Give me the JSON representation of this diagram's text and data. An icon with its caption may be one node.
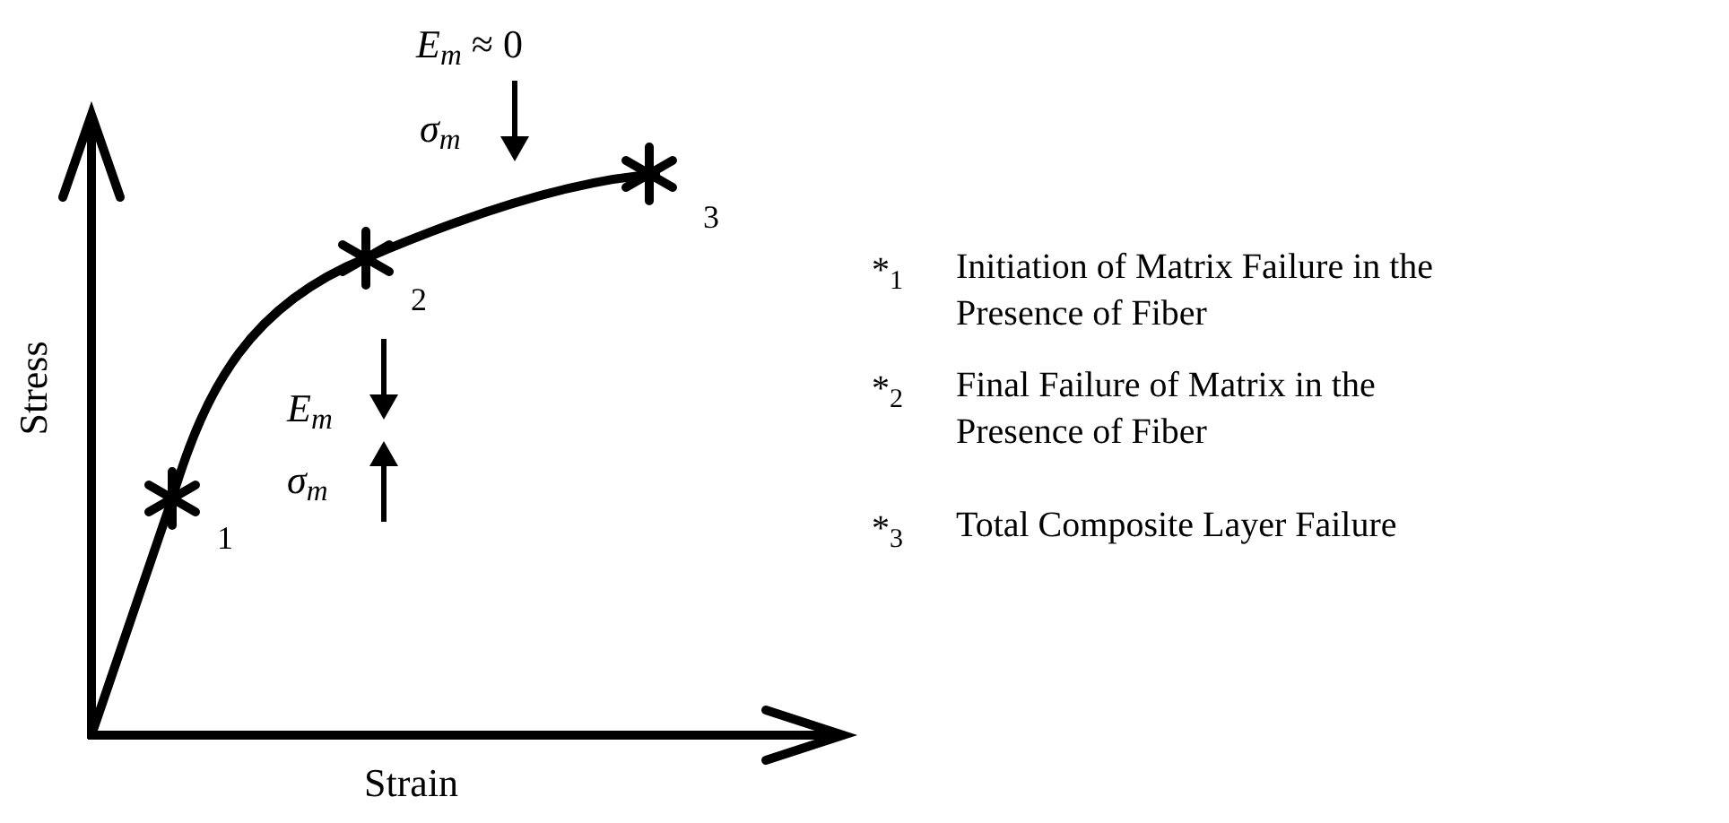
{
  "diagram": {
    "labels": [
      "*E*$_{m}$ ≈ 0",
      "σ$_{m}$",
      "3",
      "*$_{1}$",
      "Initiation of Matrix Failure in the Presence of Fiber",
      "2",
      "E$_{m}$",
      "*$_{2}$",
      "Final Failure of Matrix in the Presence of Fiber",
      "σ$_{m}$",
      "Stress",
      "1",
      "*$_{3}$",
      "Total Composite Layer Failure",
      "Strain"
    ]
  }
}
